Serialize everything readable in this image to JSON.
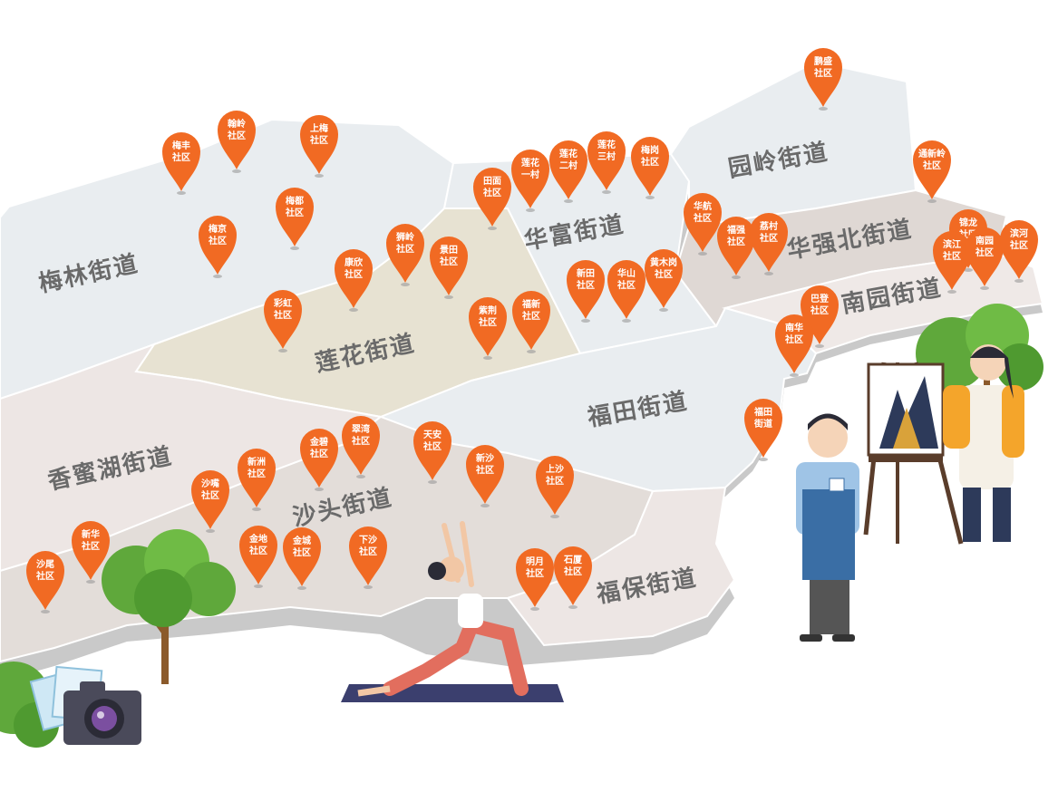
{
  "colors": {
    "pin": "#f16a23",
    "pin_dark": "#d4541a",
    "label": "#6a6a6a",
    "map_side": "#c9c9c9"
  },
  "districts": [
    {
      "id": "meilin",
      "name": "梅林街道",
      "fill": "#e9edf0"
    },
    {
      "id": "lianhua",
      "name": "莲花街道",
      "fill": "#e7e2d2"
    },
    {
      "id": "huafu",
      "name": "华富街道",
      "fill": "#e9edf0"
    },
    {
      "id": "yuanling",
      "name": "园岭街道",
      "fill": "#e9edf0"
    },
    {
      "id": "huaqiangbei",
      "name": "华强北街道",
      "fill": "#dfd8d4"
    },
    {
      "id": "nanyuan",
      "name": "南园街道",
      "fill": "#efe9e7"
    },
    {
      "id": "futian",
      "name": "福田街道",
      "fill": "#e9edf0"
    },
    {
      "id": "xiangmihu",
      "name": "香蜜湖街道",
      "fill": "#ede6e4"
    },
    {
      "id": "shatou",
      "name": "沙头街道",
      "fill": "#e3ddd9"
    },
    {
      "id": "fubao",
      "name": "福保街道",
      "fill": "#ede6e4"
    }
  ],
  "pins": [
    {
      "l1": "鹏盛",
      "l2": "社区"
    },
    {
      "l1": "翰岭",
      "l2": "社区"
    },
    {
      "l1": "上梅",
      "l2": "社区"
    },
    {
      "l1": "梅丰",
      "l2": "社区"
    },
    {
      "l1": "莲花",
      "l2": "二村"
    },
    {
      "l1": "莲花",
      "l2": "三村"
    },
    {
      "l1": "梅岗",
      "l2": "社区"
    },
    {
      "l1": "莲花",
      "l2": "一村"
    },
    {
      "l1": "田面",
      "l2": "社区"
    },
    {
      "l1": "通新岭",
      "l2": "社区"
    },
    {
      "l1": "梅都",
      "l2": "社区"
    },
    {
      "l1": "梅京",
      "l2": "社区"
    },
    {
      "l1": "狮岭",
      "l2": "社区"
    },
    {
      "l1": "景田",
      "l2": "社区"
    },
    {
      "l1": "华航",
      "l2": "社区"
    },
    {
      "l1": "福强",
      "l2": "社区"
    },
    {
      "l1": "荔村",
      "l2": "社区"
    },
    {
      "l1": "锦龙",
      "l2": "社区"
    },
    {
      "l1": "滨江",
      "l2": "社区"
    },
    {
      "l1": "南园",
      "l2": "社区"
    },
    {
      "l1": "滨河",
      "l2": "社区"
    },
    {
      "l1": "康欣",
      "l2": "社区"
    },
    {
      "l1": "新田",
      "l2": "社区"
    },
    {
      "l1": "华山",
      "l2": "社区"
    },
    {
      "l1": "黄木岗",
      "l2": "社区"
    },
    {
      "l1": "彩虹",
      "l2": "社区"
    },
    {
      "l1": "紫荆",
      "l2": "社区"
    },
    {
      "l1": "福新",
      "l2": "社区"
    },
    {
      "l1": "巴登",
      "l2": "社区"
    },
    {
      "l1": "南华",
      "l2": "社区"
    },
    {
      "l1": "福田",
      "l2": "街道"
    },
    {
      "l1": "翠湾",
      "l2": "社区"
    },
    {
      "l1": "天安",
      "l2": "社区"
    },
    {
      "l1": "金碧",
      "l2": "社区"
    },
    {
      "l1": "新洲",
      "l2": "社区"
    },
    {
      "l1": "新沙",
      "l2": "社区"
    },
    {
      "l1": "上沙",
      "l2": "社区"
    },
    {
      "l1": "沙嘴",
      "l2": "社区"
    },
    {
      "l1": "新华",
      "l2": "社区"
    },
    {
      "l1": "金地",
      "l2": "社区"
    },
    {
      "l1": "金城",
      "l2": "社区"
    },
    {
      "l1": "下沙",
      "l2": "社区"
    },
    {
      "l1": "沙尾",
      "l2": "社区"
    },
    {
      "l1": "明月",
      "l2": "社区"
    },
    {
      "l1": "石厦",
      "l2": "社区"
    }
  ]
}
